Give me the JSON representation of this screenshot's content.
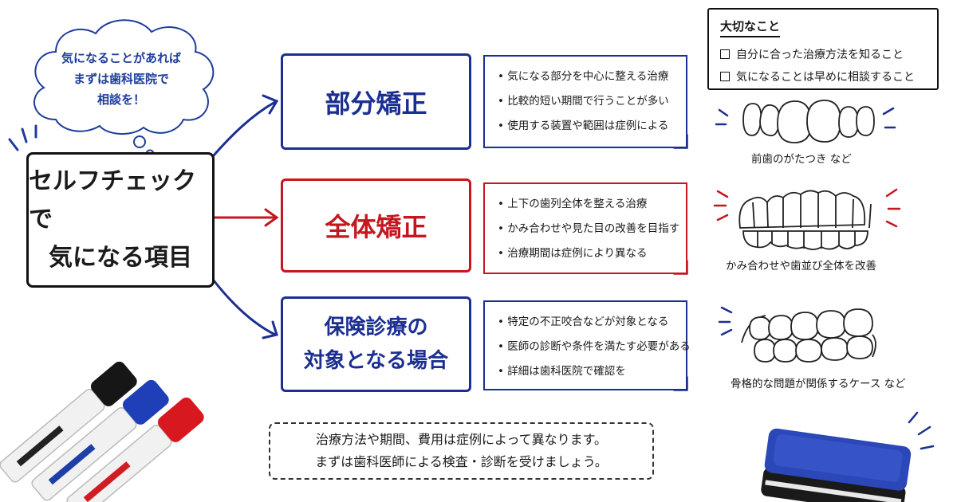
{
  "bubble": {
    "lines": [
      "気になることがあれば",
      "まずは歯科医院で",
      "相談を！"
    ]
  },
  "main_box": {
    "lines": [
      "セルフチェックで",
      "気になる項目"
    ]
  },
  "categories": [
    {
      "title_lines": [
        "部分矯正"
      ],
      "color": "#1b2f91",
      "bullets": [
        "気になる部分を中心に整える治療",
        "比較的短い期間で行うことが多い",
        "使用する装置や範囲は症例による"
      ],
      "caption": "前歯のがたつき など"
    },
    {
      "title_lines": [
        "全体矯正"
      ],
      "color": "#c4171f",
      "bullets": [
        "上下の歯列全体を整える治療",
        "かみ合わせや見た目の改善を目指す",
        "治療期間は症例により異なる"
      ],
      "caption": "かみ合わせや歯並び全体を改善"
    },
    {
      "title_lines": [
        "保険診療の",
        "対象となる場合"
      ],
      "color": "#1b2f91",
      "bullets": [
        "特定の不正咬合などが対象となる",
        "医師の診断や条件を満たす必要がある",
        "詳細は歯科医院で確認を"
      ],
      "caption": "骨格的な問題が関係するケース など"
    }
  ],
  "important": {
    "title": "大切なこと",
    "items": [
      "自分に合った治療方法を知ること",
      "気になることは早めに相談すること"
    ]
  },
  "bottom_note": {
    "lines": [
      "治療方法や期間、費用は症例によって異なります。",
      "まずは歯科医師による検査・診断を受けましょう。"
    ]
  },
  "colors": {
    "blue": "#1b2f91",
    "red": "#c4171f",
    "ink": "#111111"
  },
  "icons": [
    "thought-cloud-icon",
    "teeth-front-icon",
    "teeth-full-icon",
    "teeth-side-icon",
    "marker-black-icon",
    "marker-blue-icon",
    "marker-red-icon",
    "eraser-icon"
  ]
}
